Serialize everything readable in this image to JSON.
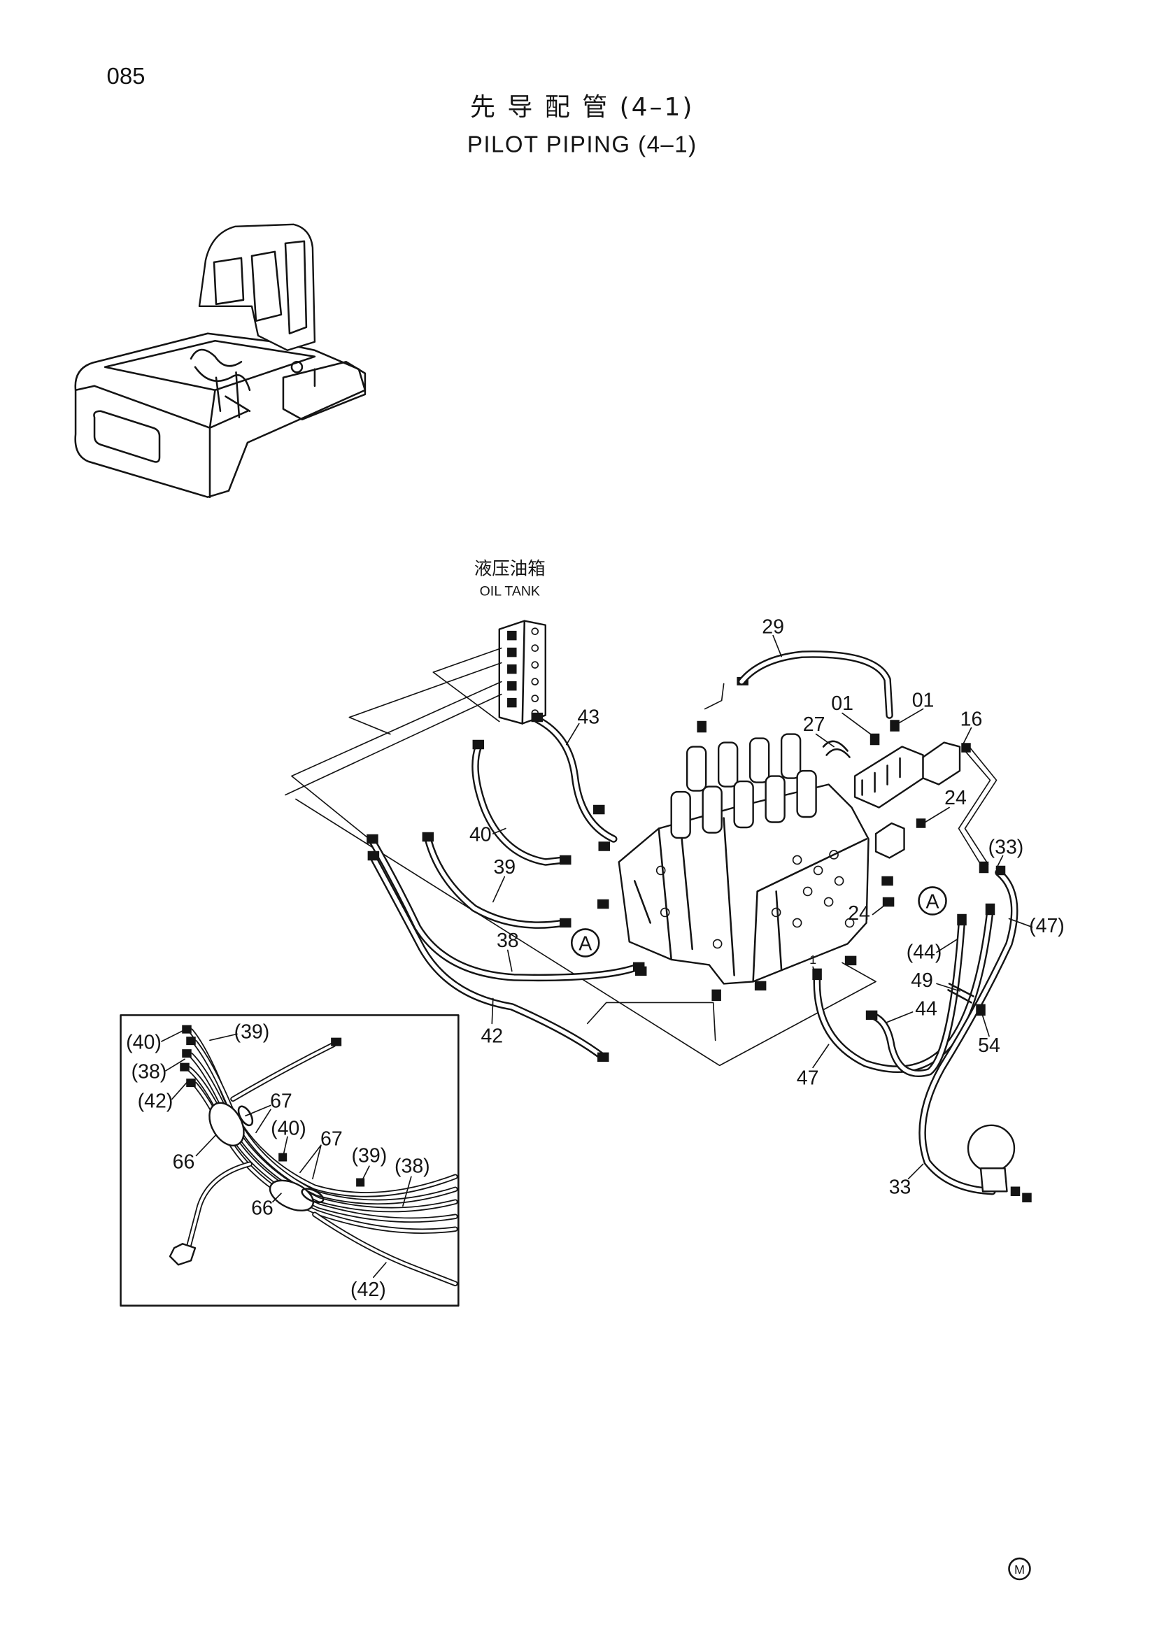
{
  "page": {
    "number": "085",
    "title_cn": "先 导 配 管 (4–1)",
    "title_en": "PILOT PIPING (4–1)",
    "corner_mark": "M"
  },
  "oil_tank": {
    "label_cn": "液压油箱",
    "label_en": "OIL TANK"
  },
  "callouts": [
    "29",
    "43",
    "01",
    "01",
    "27",
    "16",
    "24",
    "(33)",
    "40",
    "39",
    "24",
    "(47)",
    "38",
    "(44)",
    "1",
    "49",
    "44",
    "54",
    "42",
    "47",
    "33"
  ],
  "section_refs": [
    "A",
    "A"
  ],
  "inset": {
    "callouts": [
      "(40)",
      "(39)",
      "(38)",
      "(42)",
      "67",
      "(40)",
      "67",
      "66",
      "(39)",
      "(38)",
      "66",
      "(42)"
    ]
  }
}
